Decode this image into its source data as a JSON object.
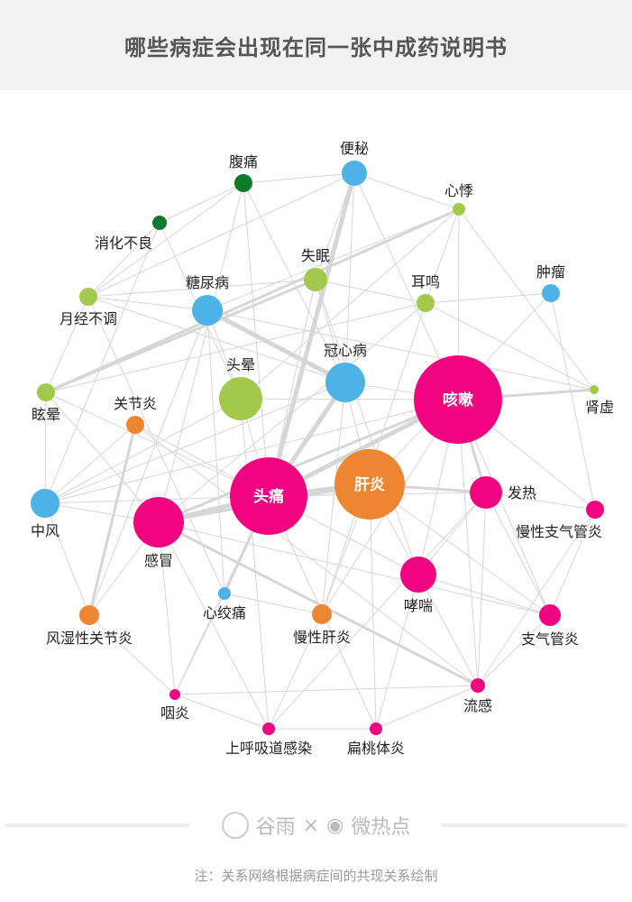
{
  "title": "哪些病症会出现在同一张中成药说明书",
  "colors": {
    "pink": "#f0047f",
    "orange": "#ec8630",
    "blue": "#4db3e6",
    "lightgreen": "#a2c94c",
    "darkgreen": "#0e7a2a",
    "edge": "#d6d6d6"
  },
  "nodes": [
    {
      "id": "便秘",
      "group": "blue"
    },
    {
      "id": "腹痛",
      "group": "darkgreen"
    },
    {
      "id": "心悸",
      "group": "lightgreen"
    },
    {
      "id": "消化不良",
      "group": "darkgreen"
    },
    {
      "id": "失眠",
      "group": "lightgreen"
    },
    {
      "id": "耳鸣",
      "group": "lightgreen"
    },
    {
      "id": "肿瘤",
      "group": "blue"
    },
    {
      "id": "月经不调",
      "group": "lightgreen"
    },
    {
      "id": "糖尿病",
      "group": "blue"
    },
    {
      "id": "冠心病",
      "group": "blue"
    },
    {
      "id": "头晕",
      "group": "lightgreen"
    },
    {
      "id": "咳嗽",
      "group": "pink"
    },
    {
      "id": "肾虚",
      "group": "lightgreen"
    },
    {
      "id": "眩晕",
      "group": "lightgreen"
    },
    {
      "id": "关节炎",
      "group": "orange"
    },
    {
      "id": "肝炎",
      "group": "orange"
    },
    {
      "id": "头痛",
      "group": "pink"
    },
    {
      "id": "发热",
      "group": "pink"
    },
    {
      "id": "中风",
      "group": "blue"
    },
    {
      "id": "感冒",
      "group": "pink"
    },
    {
      "id": "慢性支气管炎",
      "group": "pink"
    },
    {
      "id": "哮喘",
      "group": "pink"
    },
    {
      "id": "心绞痛",
      "group": "blue"
    },
    {
      "id": "风湿性关节炎",
      "group": "orange"
    },
    {
      "id": "慢性肝炎",
      "group": "orange"
    },
    {
      "id": "支气管炎",
      "group": "pink"
    },
    {
      "id": "咽炎",
      "group": "pink"
    },
    {
      "id": "流感",
      "group": "pink"
    },
    {
      "id": "上呼吸道感染",
      "group": "pink"
    },
    {
      "id": "扁桃体炎",
      "group": "pink"
    }
  ],
  "edges": [
    [
      "便秘",
      "头痛",
      3
    ],
    [
      "糖尿病",
      "冠心病",
      3
    ],
    [
      "冠心病",
      "头痛",
      3
    ],
    [
      "头痛",
      "咳嗽",
      3
    ],
    [
      "头痛",
      "肝炎",
      3
    ],
    [
      "头痛",
      "感冒",
      3
    ],
    [
      "感冒",
      "流感",
      2
    ],
    [
      "头痛",
      "心绞痛",
      2
    ],
    [
      "肝炎",
      "发热",
      2
    ],
    [
      "咳嗽",
      "发热",
      2
    ],
    [
      "感冒",
      "咳嗽",
      2
    ],
    [
      "眩晕",
      "心悸",
      2
    ],
    [
      "眩晕",
      "失眠",
      2
    ],
    [
      "咳嗽",
      "肾虚",
      2
    ],
    [
      "风湿性关节炎",
      "关节炎",
      2
    ],
    [
      "感冒",
      "肝炎",
      2
    ],
    [
      "便秘",
      "腹痛",
      1
    ],
    [
      "便秘",
      "心悸",
      1
    ],
    [
      "便秘",
      "失眠",
      1
    ],
    [
      "便秘",
      "冠心病",
      1
    ],
    [
      "便秘",
      "咳嗽",
      1
    ],
    [
      "便秘",
      "月经不调",
      1
    ],
    [
      "腹痛",
      "消化不良",
      1
    ],
    [
      "腹痛",
      "月经不调",
      1
    ],
    [
      "腹痛",
      "头痛",
      1
    ],
    [
      "腹痛",
      "冠心病",
      1
    ],
    [
      "腹痛",
      "感冒",
      1
    ],
    [
      "心悸",
      "耳鸣",
      1
    ],
    [
      "心悸",
      "肾虚",
      1
    ],
    [
      "心悸",
      "糖尿病",
      1
    ],
    [
      "心悸",
      "咳嗽",
      1
    ],
    [
      "心悸",
      "头晕",
      1
    ],
    [
      "消化不良",
      "月经不调",
      1
    ],
    [
      "消化不良",
      "中风",
      1
    ],
    [
      "消化不良",
      "头晕",
      1
    ],
    [
      "失眠",
      "耳鸣",
      1
    ],
    [
      "失眠",
      "头痛",
      1
    ],
    [
      "失眠",
      "月经不调",
      1
    ],
    [
      "失眠",
      "哮喘",
      1
    ],
    [
      "失眠",
      "冠心病",
      1
    ],
    [
      "耳鸣",
      "肿瘤",
      1
    ],
    [
      "耳鸣",
      "眩晕",
      1
    ],
    [
      "耳鸣",
      "肾虚",
      1
    ],
    [
      "耳鸣",
      "慢性肝炎",
      1
    ],
    [
      "耳鸣",
      "感冒",
      1
    ],
    [
      "肿瘤",
      "慢性支气管炎",
      1
    ],
    [
      "肿瘤",
      "肝炎",
      1
    ],
    [
      "月经不调",
      "糖尿病",
      1
    ],
    [
      "月经不调",
      "眩晕",
      1
    ],
    [
      "月经不调",
      "心绞痛",
      1
    ],
    [
      "月经不调",
      "冠心病",
      1
    ],
    [
      "糖尿病",
      "头晕",
      1
    ],
    [
      "糖尿病",
      "心绞痛",
      1
    ],
    [
      "糖尿病",
      "风湿性关节炎",
      1
    ],
    [
      "糖尿病",
      "肾虚",
      1
    ],
    [
      "冠心病",
      "咳嗽",
      1
    ],
    [
      "冠心病",
      "中风",
      1
    ],
    [
      "冠心病",
      "肝炎",
      1
    ],
    [
      "冠心病",
      "慢性肝炎",
      1
    ],
    [
      "头晕",
      "头痛",
      1
    ],
    [
      "头晕",
      "中风",
      1
    ],
    [
      "头晕",
      "咳嗽",
      1
    ],
    [
      "头晕",
      "上呼吸道感染",
      1
    ],
    [
      "咳嗽",
      "哮喘",
      1
    ],
    [
      "咳嗽",
      "支气管炎",
      1
    ],
    [
      "咳嗽",
      "慢性支气管炎",
      1
    ],
    [
      "咳嗽",
      "流感",
      1
    ],
    [
      "咳嗽",
      "中风",
      1
    ],
    [
      "咳嗽",
      "慢性肝炎",
      1
    ],
    [
      "眩晕",
      "中风",
      1
    ],
    [
      "眩晕",
      "感冒",
      1
    ],
    [
      "眩晕",
      "头痛",
      1
    ],
    [
      "关节炎",
      "中风",
      1
    ],
    [
      "关节炎",
      "头痛",
      1
    ],
    [
      "关节炎",
      "流感",
      1
    ],
    [
      "肝炎",
      "哮喘",
      1
    ],
    [
      "肝炎",
      "慢性肝炎",
      1
    ],
    [
      "肝炎",
      "支气管炎",
      1
    ],
    [
      "肝炎",
      "扁桃体炎",
      1
    ],
    [
      "头痛",
      "发热",
      1
    ],
    [
      "头痛",
      "哮喘",
      1
    ],
    [
      "头痛",
      "咽炎",
      1
    ],
    [
      "头痛",
      "中风",
      1
    ],
    [
      "头痛",
      "扁桃体炎",
      1
    ],
    [
      "发热",
      "慢性支气管炎",
      1
    ],
    [
      "发热",
      "支气管炎",
      1
    ],
    [
      "发热",
      "哮喘",
      1
    ],
    [
      "发热",
      "流感",
      1
    ],
    [
      "发热",
      "上呼吸道感染",
      1
    ],
    [
      "中风",
      "感冒",
      1
    ],
    [
      "中风",
      "风湿性关节炎",
      1
    ],
    [
      "感冒",
      "咽炎",
      1
    ],
    [
      "感冒",
      "风湿性关节炎",
      1
    ],
    [
      "感冒",
      "上呼吸道感染",
      1
    ],
    [
      "感冒",
      "支气管炎",
      1
    ],
    [
      "慢性支气管炎",
      "支气管炎",
      1
    ],
    [
      "慢性支气管炎",
      "流感",
      1
    ],
    [
      "哮喘",
      "支气管炎",
      1
    ],
    [
      "哮喘",
      "扁桃体炎",
      1
    ],
    [
      "哮喘",
      "流感",
      1
    ],
    [
      "心绞痛",
      "咽炎",
      1
    ],
    [
      "心绞痛",
      "慢性肝炎",
      1
    ],
    [
      "风湿性关节炎",
      "咽炎",
      1
    ],
    [
      "慢性肝炎",
      "上呼吸道感染",
      1
    ],
    [
      "咽炎",
      "流感",
      1
    ],
    [
      "上呼吸道感染",
      "扁桃体炎",
      1
    ],
    [
      "扁桃体炎",
      "流感",
      1
    ],
    [
      "支气管炎",
      "流感",
      1
    ],
    [
      "咽炎",
      "上呼吸道感染",
      1
    ]
  ],
  "footer": {
    "logo_left": "谷雨",
    "times": "×",
    "logo_right": "微热点",
    "note": "注：关系网络根据病症间的共现关系绘制"
  }
}
